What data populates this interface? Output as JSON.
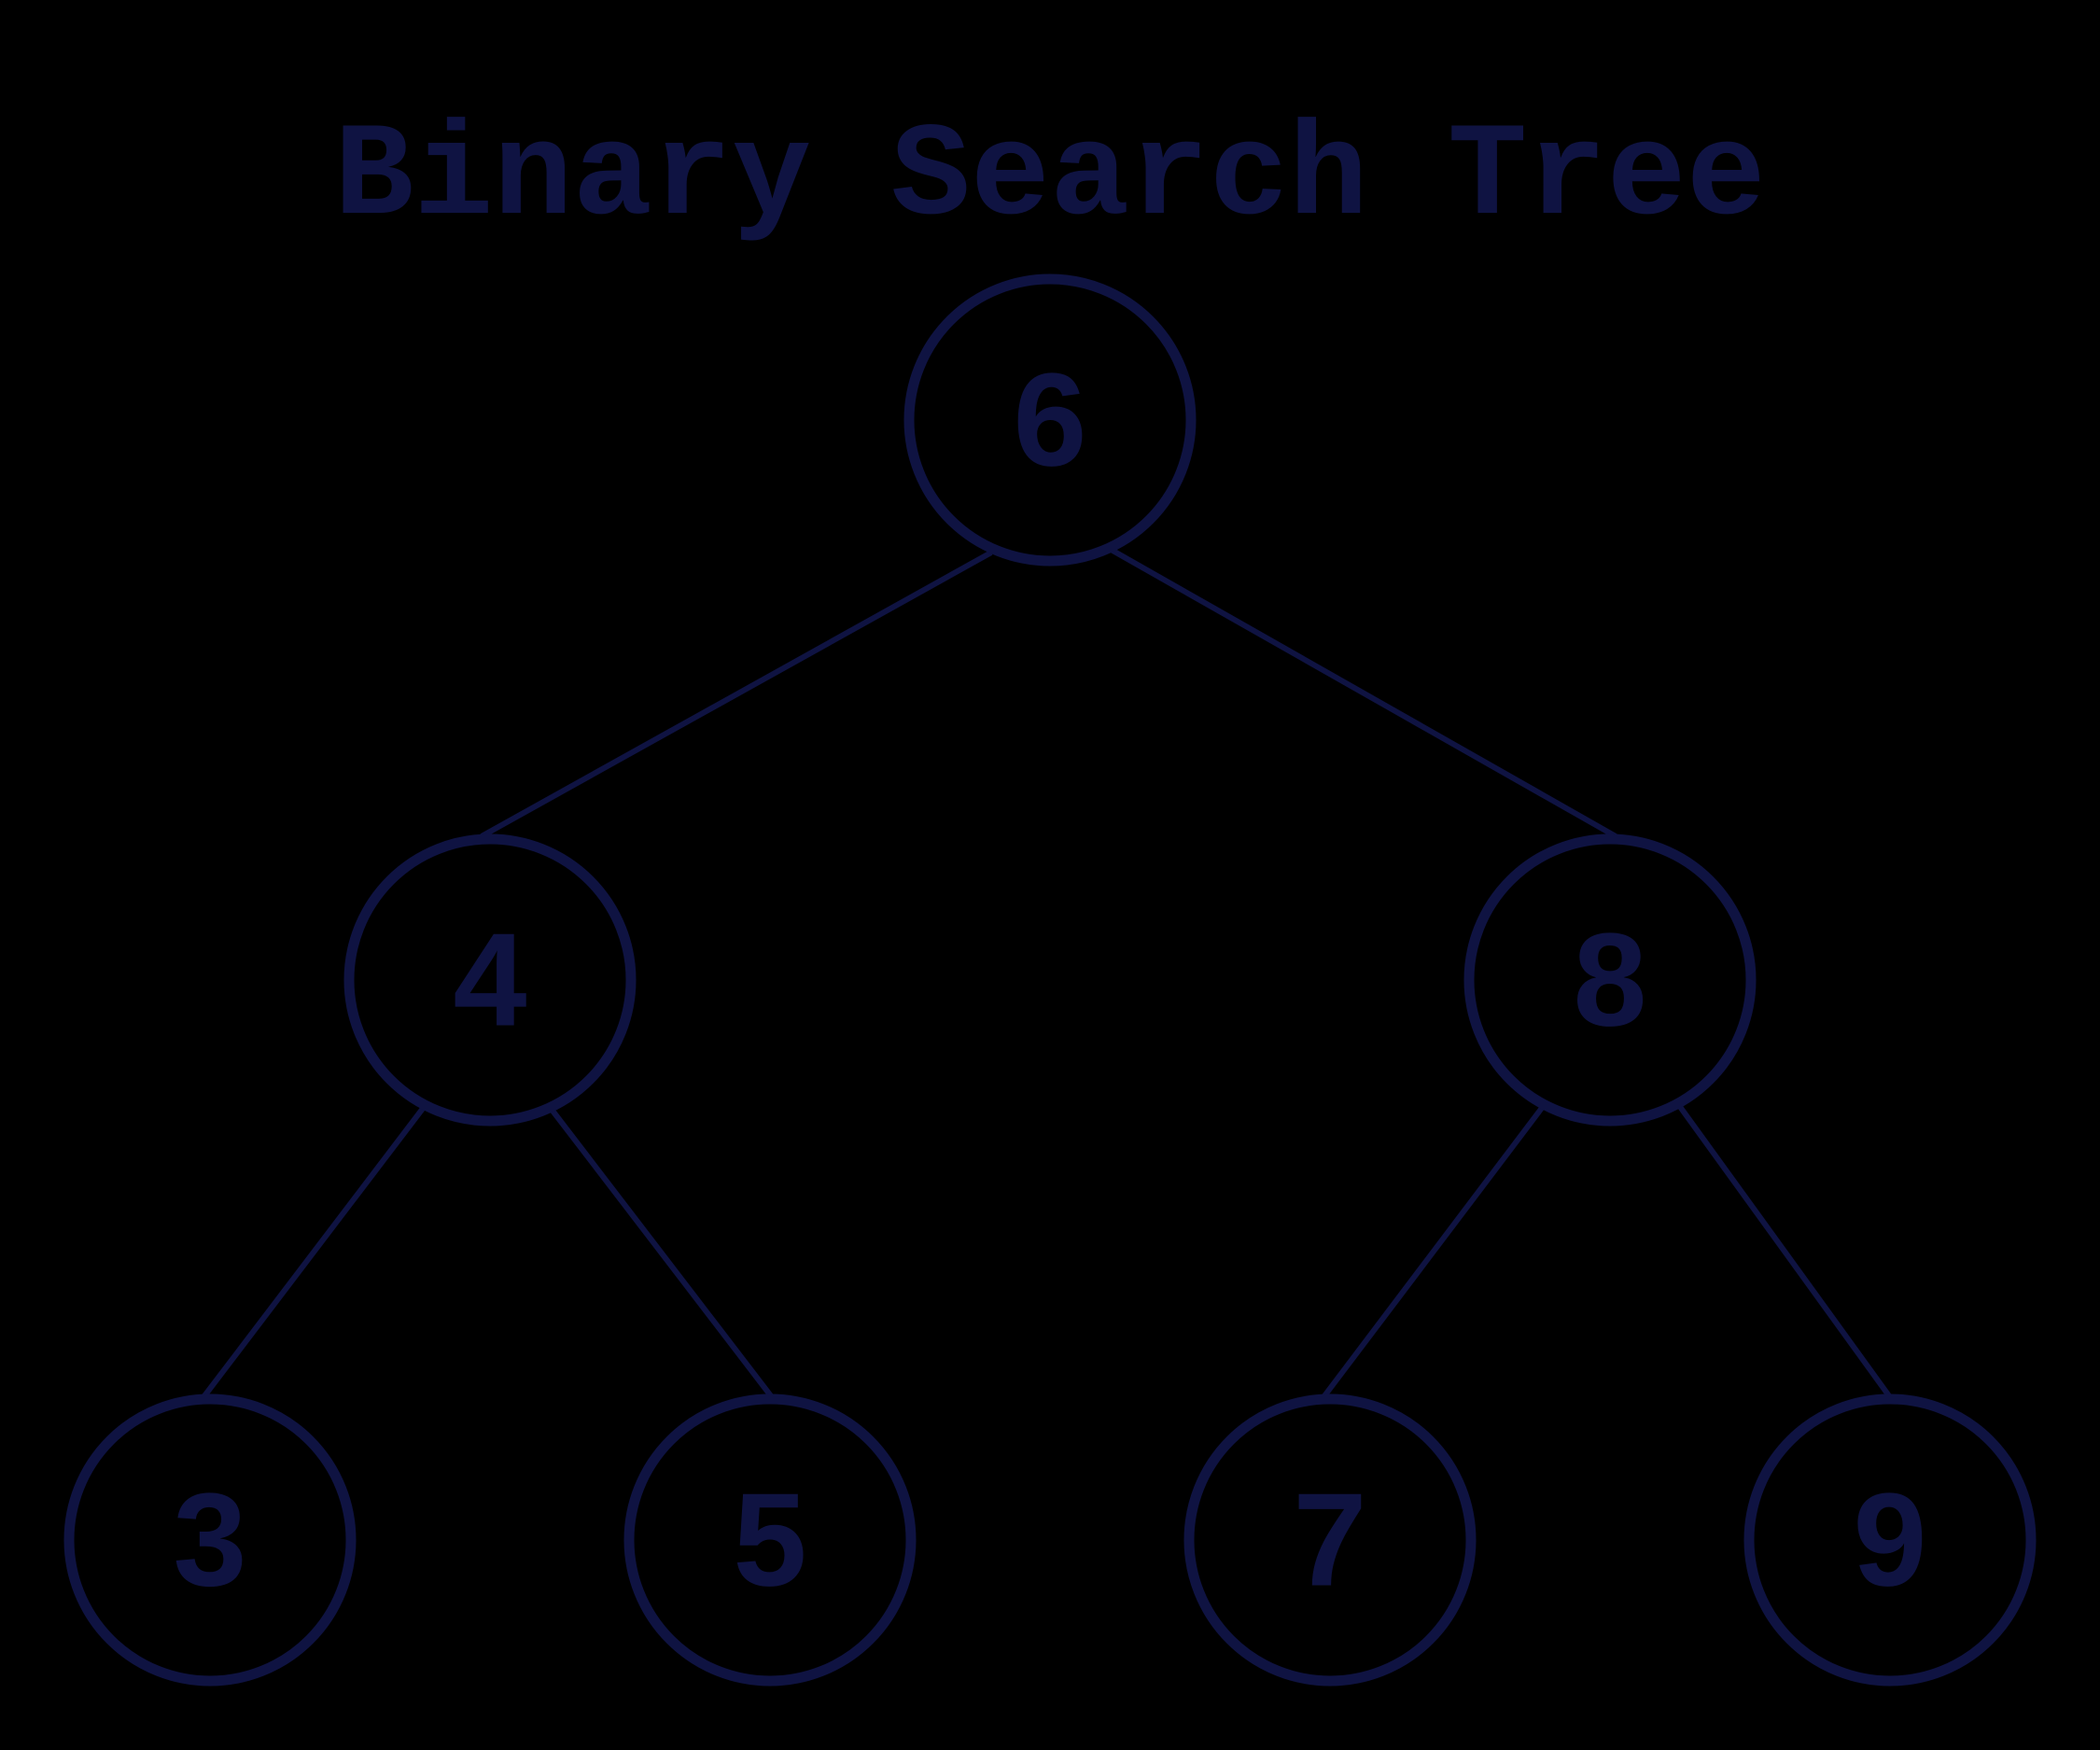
{
  "title": "Binary Search Tree",
  "colors": {
    "background": "#000000",
    "ink": "#0f1342"
  },
  "tree": {
    "root": "6",
    "nodes": [
      {
        "id": "n6",
        "label": "6"
      },
      {
        "id": "n4",
        "label": "4"
      },
      {
        "id": "n8",
        "label": "8"
      },
      {
        "id": "n3",
        "label": "3"
      },
      {
        "id": "n5",
        "label": "5"
      },
      {
        "id": "n7",
        "label": "7"
      },
      {
        "id": "n9",
        "label": "9"
      }
    ],
    "edges": [
      {
        "from": "6",
        "to": "4"
      },
      {
        "from": "6",
        "to": "8"
      },
      {
        "from": "4",
        "to": "3"
      },
      {
        "from": "4",
        "to": "5"
      },
      {
        "from": "8",
        "to": "7"
      },
      {
        "from": "8",
        "to": "9"
      }
    ]
  }
}
